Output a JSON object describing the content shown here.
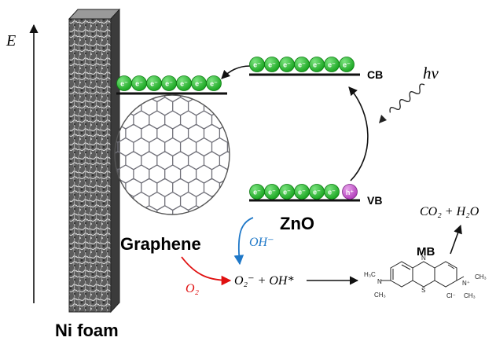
{
  "axis": {
    "energy_label": "E"
  },
  "labels": {
    "ni_foam": "Ni foam",
    "graphene": "Graphene",
    "zno": "ZnO",
    "cb": "CB",
    "vb": "VB",
    "light": "hν",
    "mb": "MB"
  },
  "species": {
    "electron": "e⁻",
    "hole": "h⁺",
    "oh_minus": "OH⁻",
    "o2": "O₂",
    "radicals": "O₂⁻ + OH*",
    "products": "CO₂ + H₂O"
  },
  "molecule": {
    "left_group_top": "H₃C",
    "left_group_n": "N",
    "left_group_bottom": "CH₃",
    "ring_s": "S",
    "ring_n": "N",
    "right_group_top": "CH₃",
    "right_group_n": "N⁺",
    "right_group_bottom": "CH₃",
    "counter_ion": "Cl⁻"
  },
  "colors": {
    "electron_fill": "#22c42a",
    "hole_fill": "#c85ad0",
    "o2_arrow": "#e01010",
    "oh_arrow": "#1f78c8",
    "level_line": "#111111",
    "graphene_line": "#6f6f78"
  }
}
